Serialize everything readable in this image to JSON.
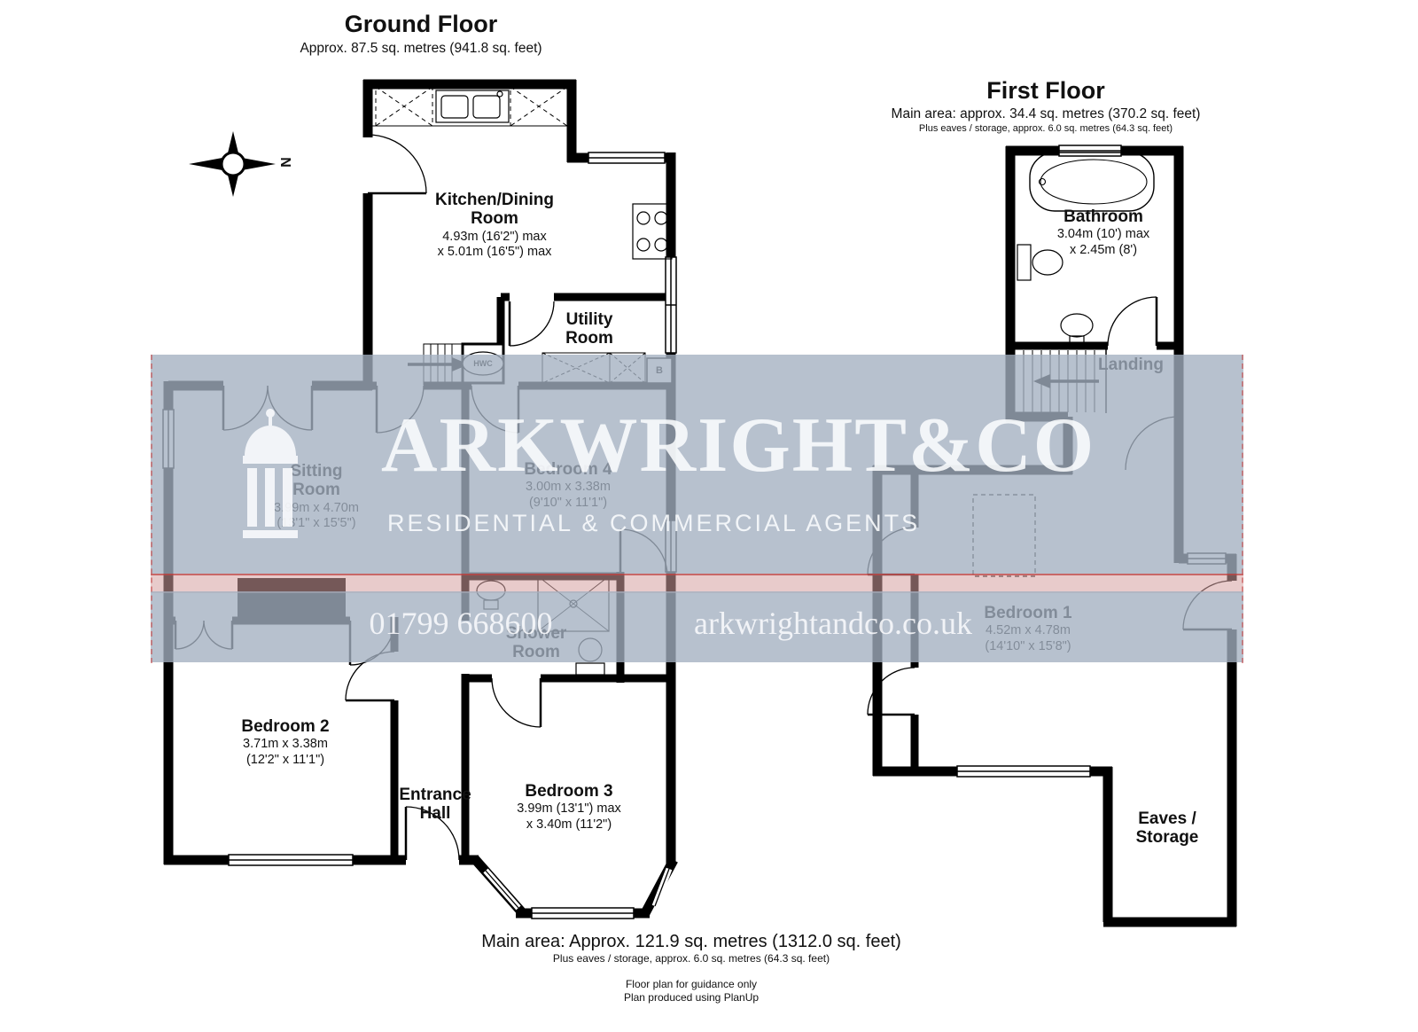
{
  "compass": {
    "letter": "N"
  },
  "colors": {
    "wall": "#000000",
    "watermark_blue": "#a3b0c0",
    "watermark_pink": "#d6a0a0",
    "watermark_red": "#be4646"
  },
  "watermark": {
    "brand": "ARKWRIGHT&CO",
    "tagline": "RESIDENTIAL & COMMERCIAL AGENTS",
    "phone": "01799 668600",
    "website": "arkwrightandco.co.uk"
  },
  "ground_floor": {
    "title": "Ground Floor",
    "subtitle": "Approx. 87.5 sq. metres (941.8 sq. feet)",
    "rooms": {
      "kitchen_dining": {
        "name1": "Kitchen/Dining",
        "name2": "Room",
        "dim1": "4.93m (16'2\") max",
        "dim2": "x 5.01m (16'5\") max"
      },
      "utility": {
        "name1": "Utility",
        "name2": "Room"
      },
      "sitting": {
        "name1": "Sitting",
        "name2": "Room",
        "dim1": "3.99m x 4.70m",
        "dim2": "(13'1\" x 15'5\")"
      },
      "bedroom4": {
        "name1": "Bedroom 4",
        "dim1": "3.00m x 3.38m",
        "dim2": "(9'10\" x 11'1\")"
      },
      "shower": {
        "name1": "Shower",
        "name2": "Room"
      },
      "bedroom2": {
        "name1": "Bedroom 2",
        "dim1": "3.71m x 3.38m",
        "dim2": "(12'2\" x 11'1\")"
      },
      "entrance": {
        "name1": "Entrance",
        "name2": "Hall"
      },
      "bedroom3": {
        "name1": "Bedroom 3",
        "dim1": "3.99m (13'1\") max",
        "dim2": "x 3.40m (11'2\")"
      },
      "hwc": "HWC",
      "boiler": "B"
    }
  },
  "first_floor": {
    "title": "First Floor",
    "subtitle": "Main area: approx. 34.4 sq. metres (370.2 sq. feet)",
    "subtitle2": "Plus eaves / storage, approx. 6.0 sq. metres (64.3 sq. feet)",
    "rooms": {
      "bathroom": {
        "name1": "Bathroom",
        "dim1": "3.04m (10') max",
        "dim2": "x 2.45m (8')"
      },
      "landing": {
        "name1": "Landing"
      },
      "bedroom1": {
        "name1": "Bedroom 1",
        "dim1": "4.52m x 4.78m",
        "dim2": "(14'10\" x 15'8\")"
      },
      "eaves": {
        "name1": "Eaves /",
        "name2": "Storage"
      }
    }
  },
  "footer": {
    "main_area": "Main area: Approx. 121.9 sq. metres (1312.0 sq. feet)",
    "plus_eaves": "Plus eaves / storage, approx. 6.0 sq. metres (64.3 sq. feet)",
    "guidance": "Floor plan for guidance only",
    "produced": "Plan produced using PlanUp"
  }
}
